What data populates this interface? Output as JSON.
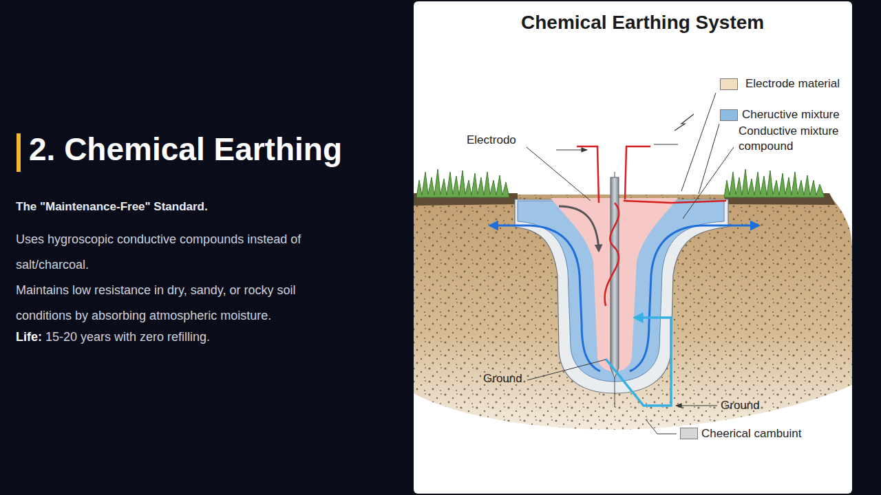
{
  "diagram": {
    "title": "2. Chemical Earthing",
    "labels": [
      "Chemical Earthing System",
      "The \"Maintenance-Free\" Standard.",
      "Uses hygroscopic conductive compounds instead of salt/charcoal.",
      "Maintains low resistance in dry, sandy, or rocky soil conditions by absorbing atmospheric moisture.",
      "Life:",
      "15-20 years with zero refilling.",
      "Electrodo",
      "Conductive mixture compound",
      "Ground",
      "Ground"
    ],
    "legend": [
      {
        "text": "Electrode material",
        "color": "#f2dfc2"
      },
      {
        "text": "Cheructive mixture",
        "color": "#8fbbe3"
      },
      {
        "text": "Cheerical cambuint",
        "color": "#d6d6d6"
      }
    ]
  }
}
